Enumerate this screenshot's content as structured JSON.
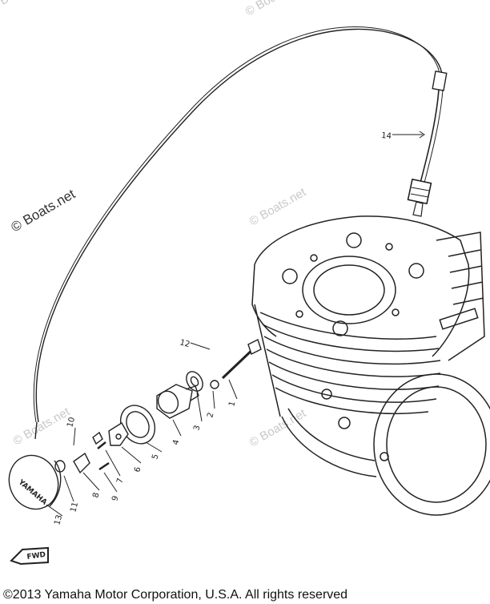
{
  "watermarks": {
    "primary": "© Boats.net",
    "faded": "© Boats.net"
  },
  "callouts": [
    "1",
    "2",
    "3",
    "4",
    "5",
    "6",
    "7",
    "8",
    "9",
    "10",
    "11",
    "12",
    "13",
    "14"
  ],
  "cap_logo": "YAMAHA",
  "arrow_label": "FWD",
  "copyright": "©2013 Yamaha Motor Corporation, U.S.A. All rights reserved"
}
